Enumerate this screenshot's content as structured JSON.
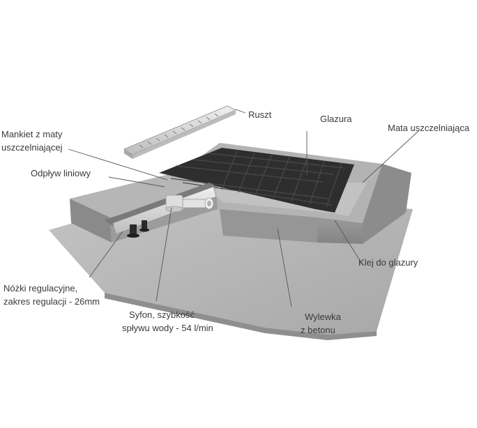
{
  "labels": {
    "ruszt": "Ruszt",
    "glazura": "Glazura",
    "mata_uszczelniajaca": "Mata uszczelniająca",
    "mankiet_line1": "Mankiet z maty",
    "mankiet_line2": "uszczelniającej",
    "odplyw_liniowy": "Odpływ liniowy",
    "klej_do_glazury": "Klej do glazury",
    "nozki_line1": "Nóżki regulacyjne,",
    "nozki_line2": "zakres regulacji - 26mm",
    "syfon_line1": "Syfon, szybkość",
    "syfon_line2": "spływu wody - 54 l/min",
    "wylewka_line1": "Wylewka",
    "wylewka_line2": "z betonu"
  },
  "colors": {
    "concrete_light": "#b9b9b9",
    "concrete_mid": "#9d9d9d",
    "concrete_dark": "#7d7d7d",
    "tile": "#2e2e2e",
    "tile_grout": "#4a4a4a",
    "metal": "#d6d6d6",
    "leader_line": "#555555"
  }
}
